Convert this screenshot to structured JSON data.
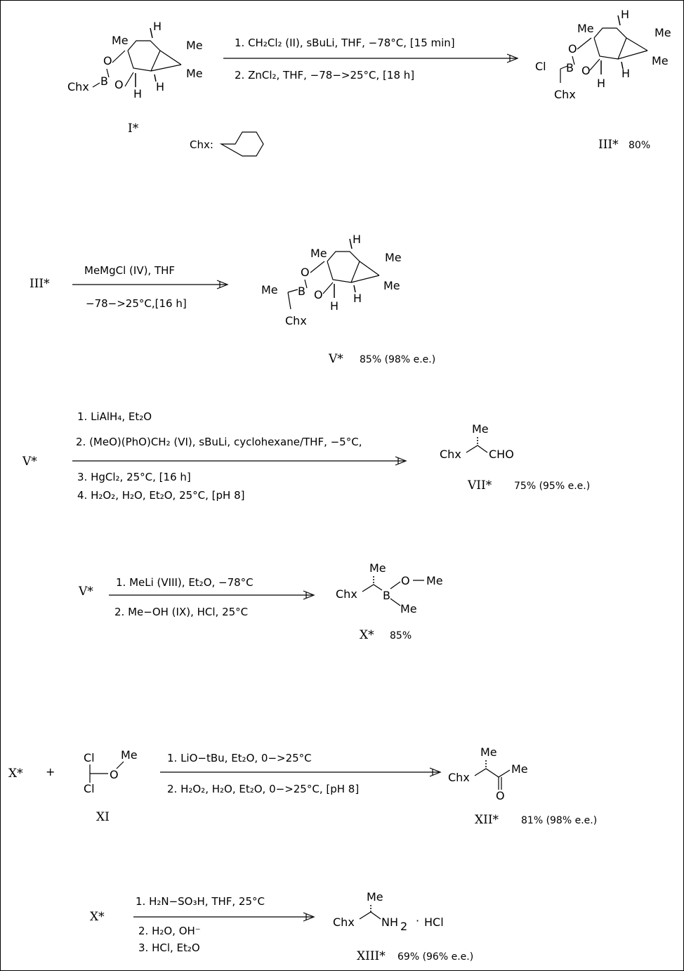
{
  "compounds": {
    "I": "I*",
    "III": "III*",
    "V": "V*",
    "VII": "VII*",
    "X": "X*",
    "XI": "XI",
    "XII": "XII*",
    "XIII": "XIII*"
  },
  "yields": {
    "III": "80%",
    "V": "85% (98% e.e.)",
    "VII": "75% (95% e.e.)",
    "X": "85%",
    "XII": "81% (98% e.e.)",
    "XIII": "69% (96% e.e.)"
  },
  "atoms": {
    "me": "Me",
    "h": "H",
    "o": "O",
    "b": "B",
    "cl": "Cl",
    "chx": "Chx",
    "cho": "CHO",
    "nh": "NH",
    "hcl": "HCl",
    "chx_def": "Chx:"
  },
  "plus": "+",
  "reactions": [
    {
      "id": "step1",
      "above": [
        "1. CH₂Cl₂ (II), sBuLi, THF,  −78°C, [15 min]"
      ],
      "below": [
        "2. ZnCl₂, THF, −78−>25°C, [18 h]"
      ]
    },
    {
      "id": "step2",
      "above": [
        "MeMgCl (IV), THF"
      ],
      "below": [
        "−78−>25°C,[16 h]"
      ]
    },
    {
      "id": "step3",
      "above": [
        "1. LiAlH₄, Et₂O",
        "2. (MeO)(PhO)CH₂ (VI), sBuLi, cyclohexane/THF, −5°C,"
      ],
      "below": [
        "3. HgCl₂, 25°C, [16 h]",
        "4. H₂O₂, H₂O, Et₂O, 25°C, [pH 8]"
      ]
    },
    {
      "id": "step4",
      "above": [
        "1. MeLi (VIII), Et₂O, −78°C"
      ],
      "below": [
        "2. Me−OH (IX), HCl, 25°C"
      ]
    },
    {
      "id": "step5",
      "above": [
        "1. LiO−tBu, Et₂O, 0−>25°C"
      ],
      "below": [
        "2. H₂O₂, H₂O, Et₂O, 0−>25°C, [pH 8]"
      ]
    },
    {
      "id": "step6",
      "above": [
        "1. H₂N−SO₃H, THF, 25°C"
      ],
      "below": [
        "2. H₂O, OH⁻",
        "3. HCl, Et₂O"
      ]
    }
  ]
}
